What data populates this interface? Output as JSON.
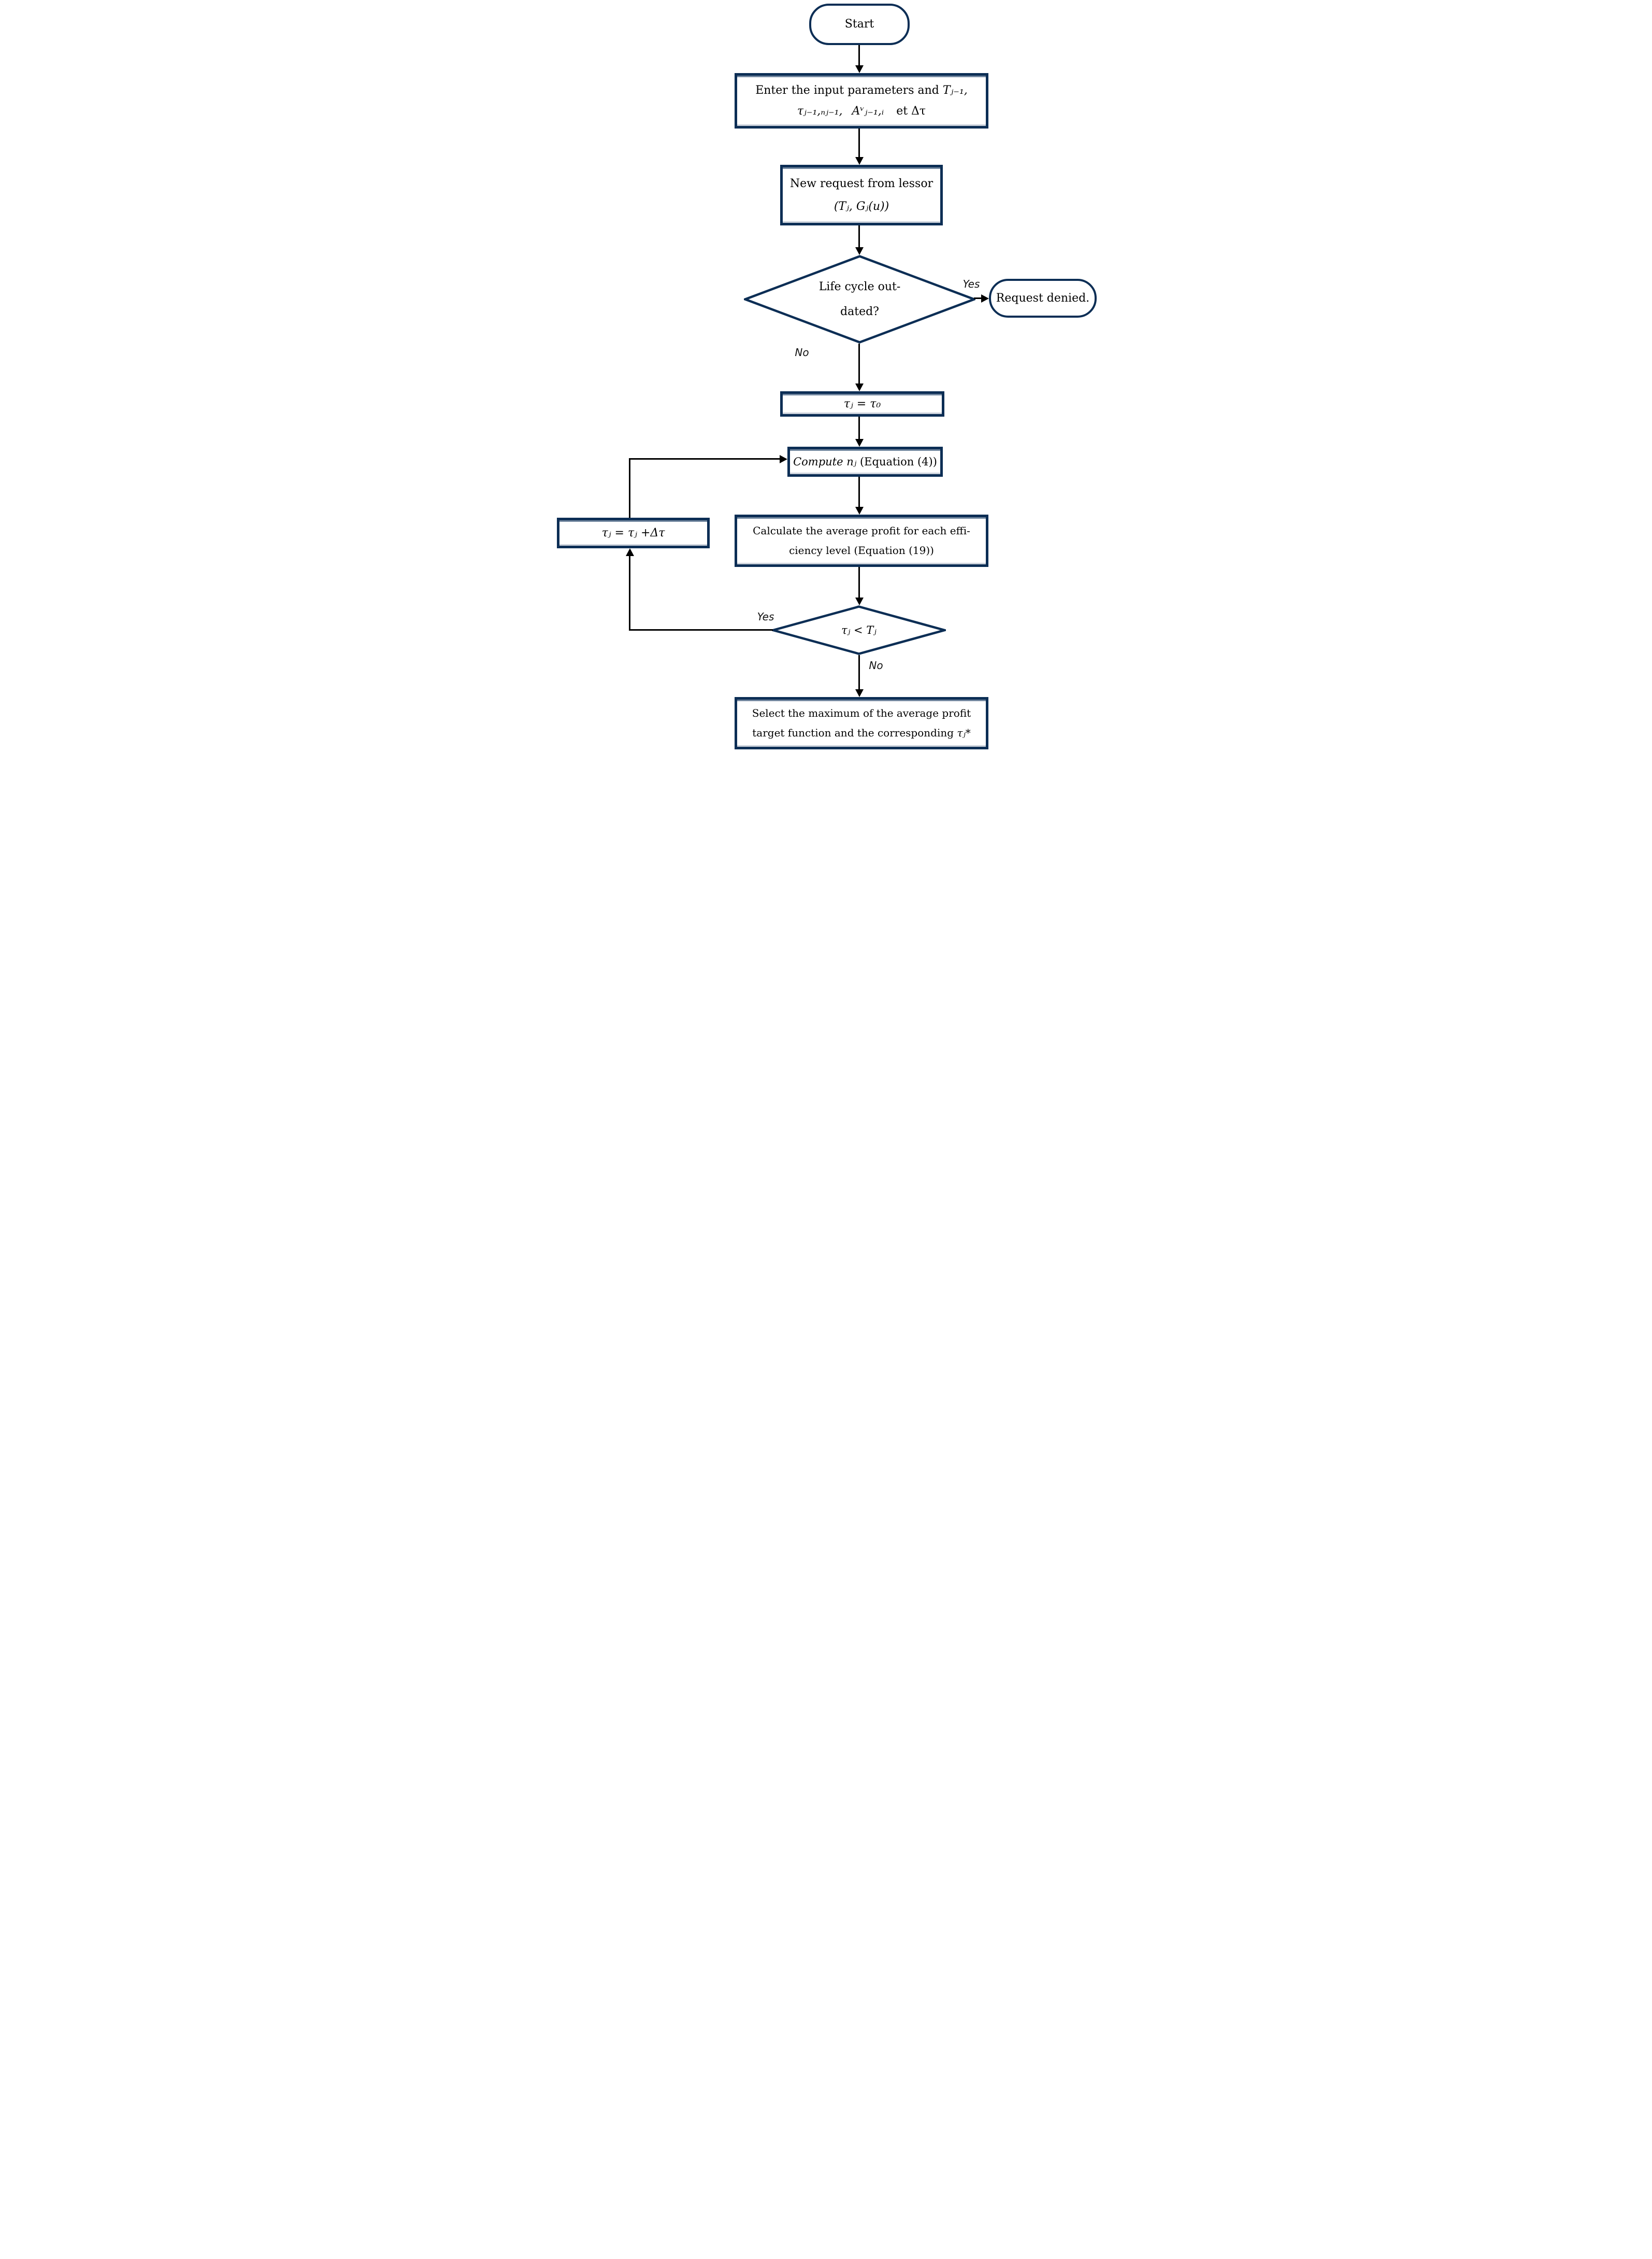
{
  "flowchart": {
    "accent_color": "#0c2e55",
    "line_color": "#000000",
    "nodes": {
      "start": {
        "label": "Start"
      },
      "input": {
        "line1_text": "Enter the input parameters and ",
        "line1_math": "Tⱼ₋₁,",
        "line2_math1": "τⱼ₋₁,ₙⱼ₋₁,",
        "line2_math2": "Aᵛⱼ₋₁,ᵢ",
        "line2_text": "et Δτ"
      },
      "request": {
        "line1": "New request from lessor",
        "line2": "(Tⱼ, Gⱼ(u))"
      },
      "lifecycle": {
        "line1": "Life cycle out-",
        "line2": "dated?"
      },
      "denied": {
        "label": "Request denied."
      },
      "init_tau": {
        "formula": "τⱼ = τ₀"
      },
      "compute": {
        "label_math": "Compute nⱼ",
        "label_text": " (Equation (4))"
      },
      "avg_profit": {
        "line1": "Calculate the average profit for each effi-",
        "line2": "ciency level (Equation (19))"
      },
      "increment": {
        "formula": "τⱼ = τⱼ +Δτ"
      },
      "tau_check": {
        "formula": "τⱼ < Tⱼ"
      },
      "select_max": {
        "line1": "Select the maximum of the average profit",
        "line2_text": "target function and the corresponding ",
        "line2_math": "τⱼ*"
      }
    },
    "edges": {
      "lifecycle_yes": "Yes",
      "lifecycle_no": "No",
      "tau_check_yes": "Yes",
      "tau_check_no": "No"
    }
  }
}
